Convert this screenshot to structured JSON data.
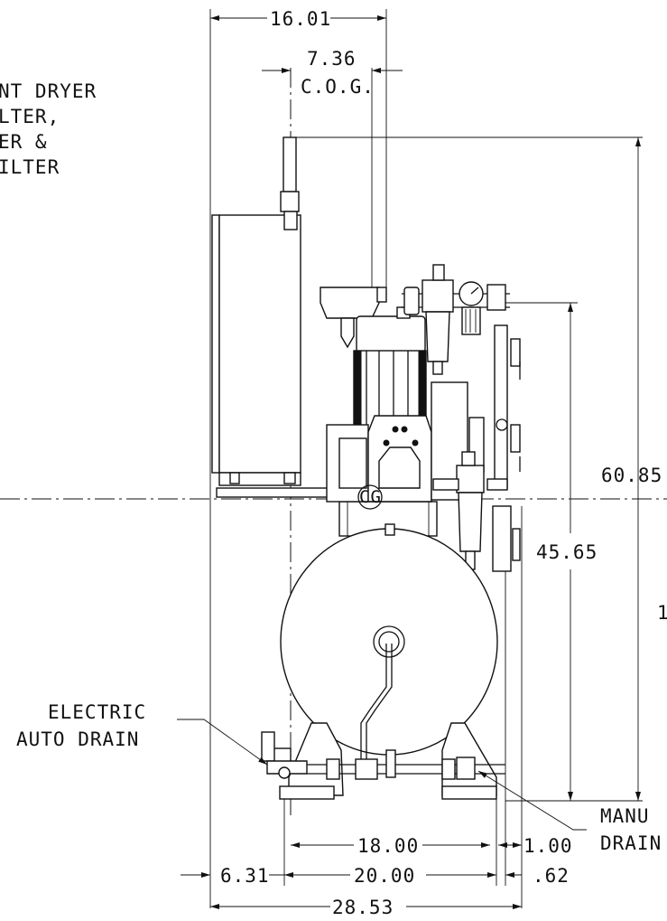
{
  "notes": {
    "dryer_lines": [
      "NT DRYER",
      "LTER,",
      "ER &",
      "ILTER"
    ],
    "electric_drain": [
      "ELECTRIC",
      "AUTO DRAIN"
    ],
    "manual_drain": [
      "MANU",
      "DRAIN"
    ],
    "cog_label": "C.O.G.",
    "cg_marker": "CG"
  },
  "dimensions": {
    "top_width": "16.01",
    "cog_offset": "7.36",
    "overall_height": "60.85",
    "mid_height": "45.65",
    "cut_height": "1",
    "foot_inner": "18.00",
    "foot_outer": "20.00",
    "left_offset": "6.31",
    "right_gap": "1.00",
    "right_small": ".62",
    "overall_width": "28.53"
  }
}
